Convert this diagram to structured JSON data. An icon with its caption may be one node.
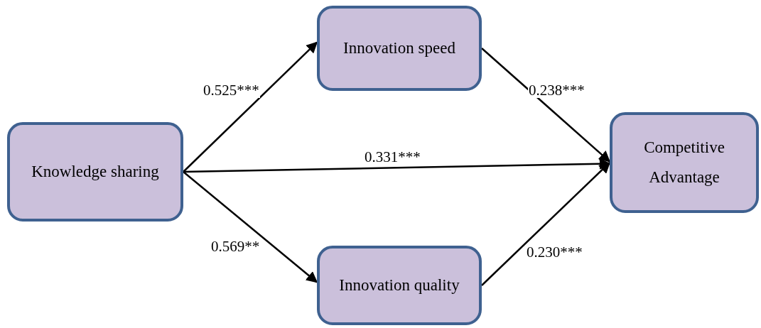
{
  "diagram": {
    "nodes": [
      {
        "text": [
          "Knowledge sharing"
        ]
      },
      {
        "text": [
          "Innovation speed"
        ]
      },
      {
        "text": [
          "Competitive Advantage"
        ]
      },
      {
        "text": [
          "Innovation quality"
        ]
      }
    ],
    "edges": [
      {
        "from": 0,
        "to": 1,
        "arrow": "to",
        "label": "0.525***"
      },
      {
        "from": 1,
        "to": 2,
        "arrow": "to",
        "label": "0.238***"
      },
      {
        "from": 0,
        "to": 2,
        "arrow": "to",
        "label": "0.331***"
      },
      {
        "from": 0,
        "to": 3,
        "arrow": "to",
        "label": "0.569**"
      },
      {
        "from": 3,
        "to": 2,
        "arrow": "to",
        "label": "0.230***"
      }
    ]
  }
}
